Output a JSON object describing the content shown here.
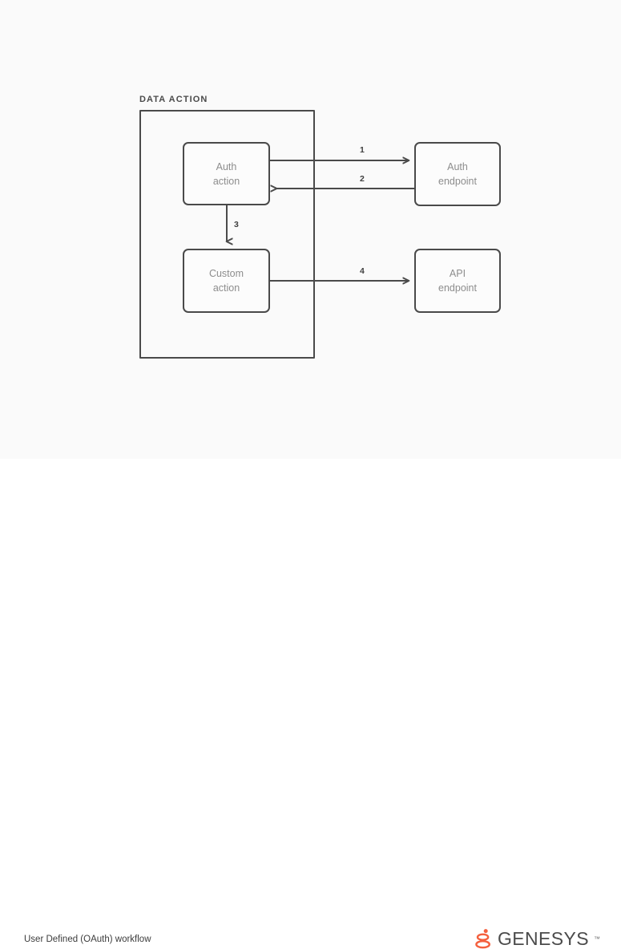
{
  "diagram": {
    "background_color": "#fafafa",
    "stroke_color": "#4a4a4a",
    "node_text_color": "#8d8d8d",
    "group": {
      "label": "DATA ACTION",
      "name": "data-action-group"
    },
    "nodes": [
      {
        "id": "auth-action",
        "label": "Auth\naction"
      },
      {
        "id": "custom-action",
        "label": "Custom\naction"
      },
      {
        "id": "auth-endpoint",
        "label": "Auth\nendpoint"
      },
      {
        "id": "api-endpoint",
        "label": "API\nendpoint"
      }
    ],
    "edges": [
      {
        "id": "edge-1",
        "label": "1",
        "from": "auth-action",
        "to": "auth-endpoint"
      },
      {
        "id": "edge-2",
        "label": "2",
        "from": "auth-endpoint",
        "to": "auth-action"
      },
      {
        "id": "edge-3",
        "label": "3",
        "from": "auth-action",
        "to": "custom-action"
      },
      {
        "id": "edge-4",
        "label": "4",
        "from": "custom-action",
        "to": "api-endpoint"
      }
    ]
  },
  "footer": {
    "caption": "User Defined (OAuth) workflow",
    "brand": {
      "wordmark": "GENESYS",
      "trademark": "™",
      "mark_color": "#f4603e",
      "word_color": "#4b4b4b"
    }
  }
}
